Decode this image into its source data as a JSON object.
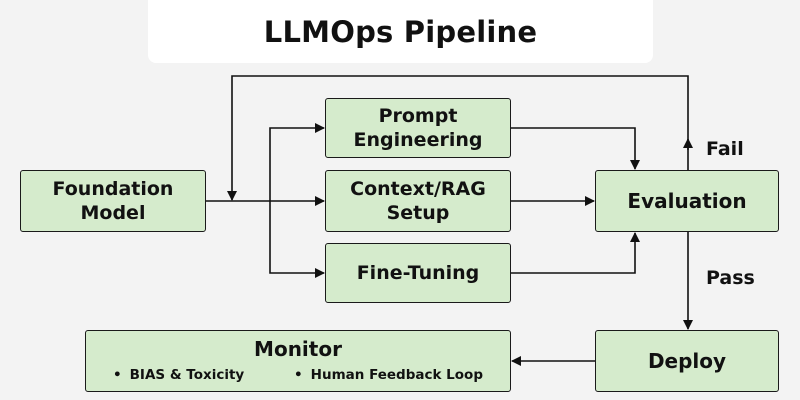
{
  "title": "LLMOps Pipeline",
  "nodes": {
    "foundation": [
      "Foundation",
      "Model"
    ],
    "prompt": [
      "Prompt",
      "Engineering"
    ],
    "context": [
      "Context/RAG",
      "Setup"
    ],
    "fine_tuning": "Fine-Tuning",
    "evaluation": "Evaluation",
    "deploy": "Deploy",
    "monitor": {
      "title": "Monitor",
      "items": [
        "BIAS & Toxicity",
        "Human Feedback Loop"
      ]
    }
  },
  "edge_labels": {
    "fail": "Fail",
    "pass": "Pass"
  },
  "colors": {
    "node_fill": "#d5ebcc",
    "node_border": "#1a1a1a",
    "background": "#f3f3f3"
  }
}
